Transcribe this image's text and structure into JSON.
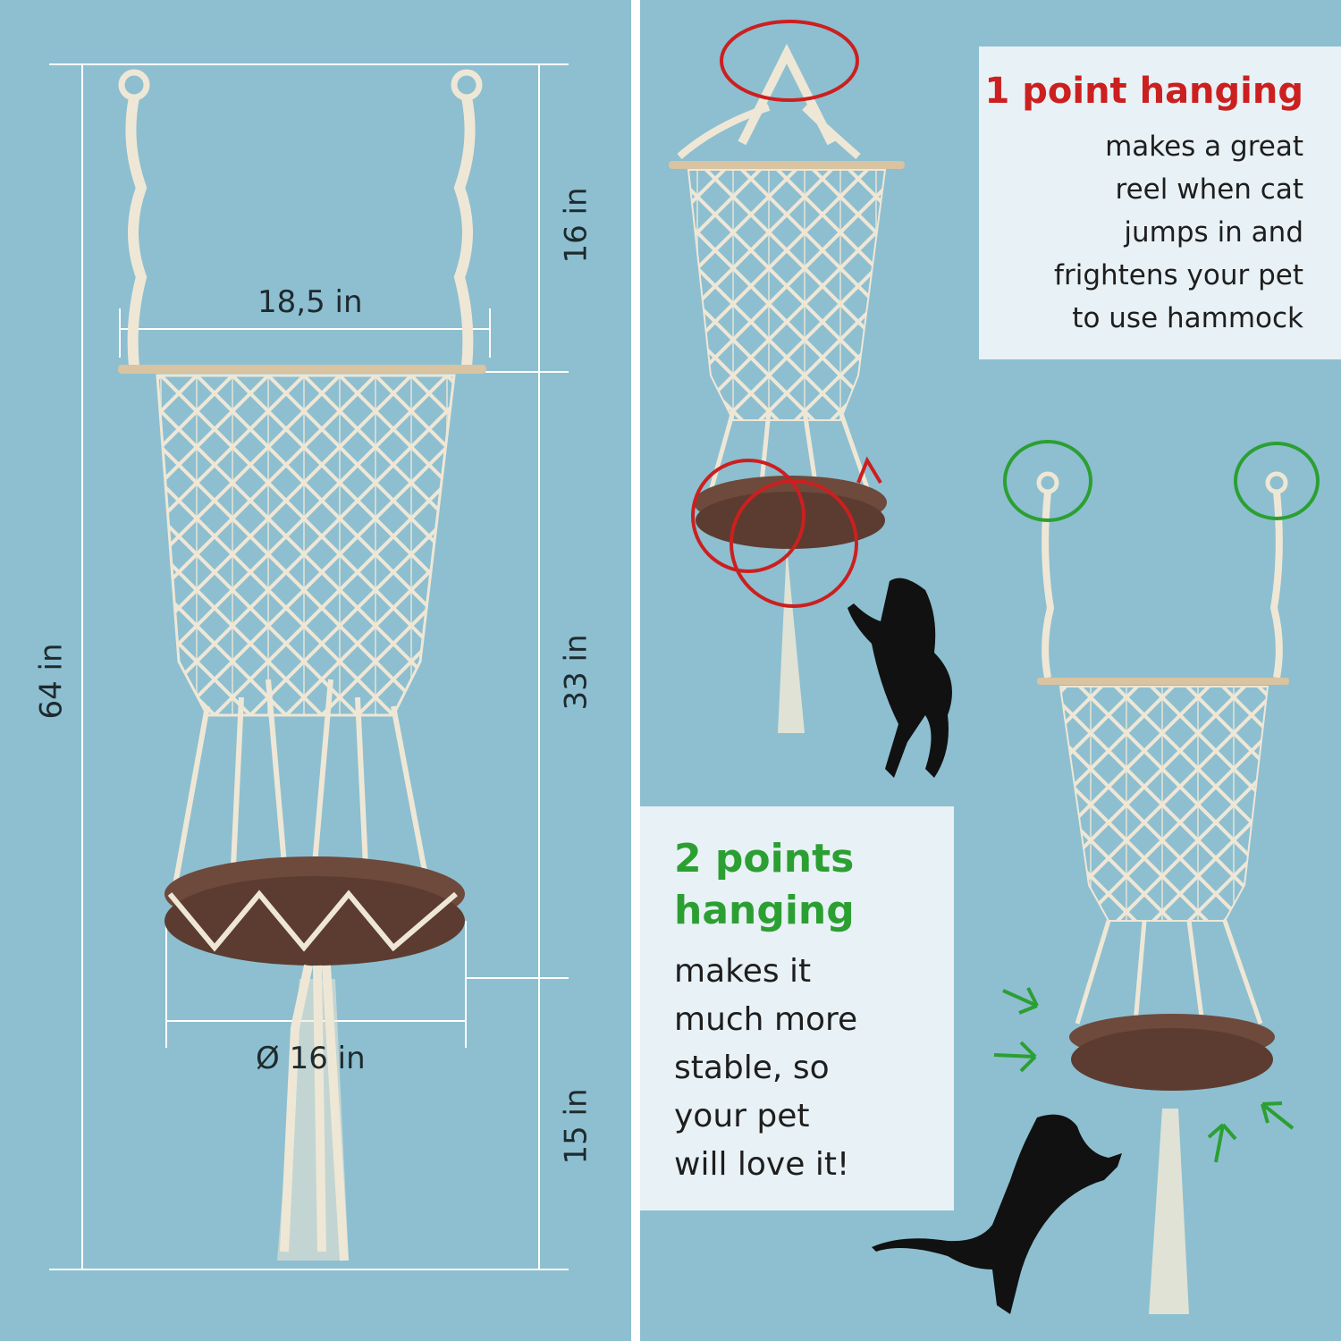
{
  "dimensions": {
    "top_width": "18,5 in",
    "upper_height": "16 in",
    "total_height": "64 in",
    "middle_height": "33 in",
    "bed_diameter": "Ø 16 in",
    "tassel_height": "15 in"
  },
  "one_point": {
    "heading": "1 point hanging",
    "body": [
      "makes a great",
      "reel when cat",
      "jumps in and",
      "frightens your pet",
      "to use hammock"
    ]
  },
  "two_points": {
    "heading": [
      "2 points",
      "hanging"
    ],
    "body": [
      "makes it",
      "much more",
      "stable, so",
      "your pet",
      "will love it!"
    ]
  },
  "colors": {
    "background": "#8dbfd0",
    "rope": "#efe7d6",
    "cushion": "#6e4a3c",
    "red_accent": "#cc1f1f",
    "green_accent": "#2c9f32",
    "box": "#e8f1f5"
  }
}
